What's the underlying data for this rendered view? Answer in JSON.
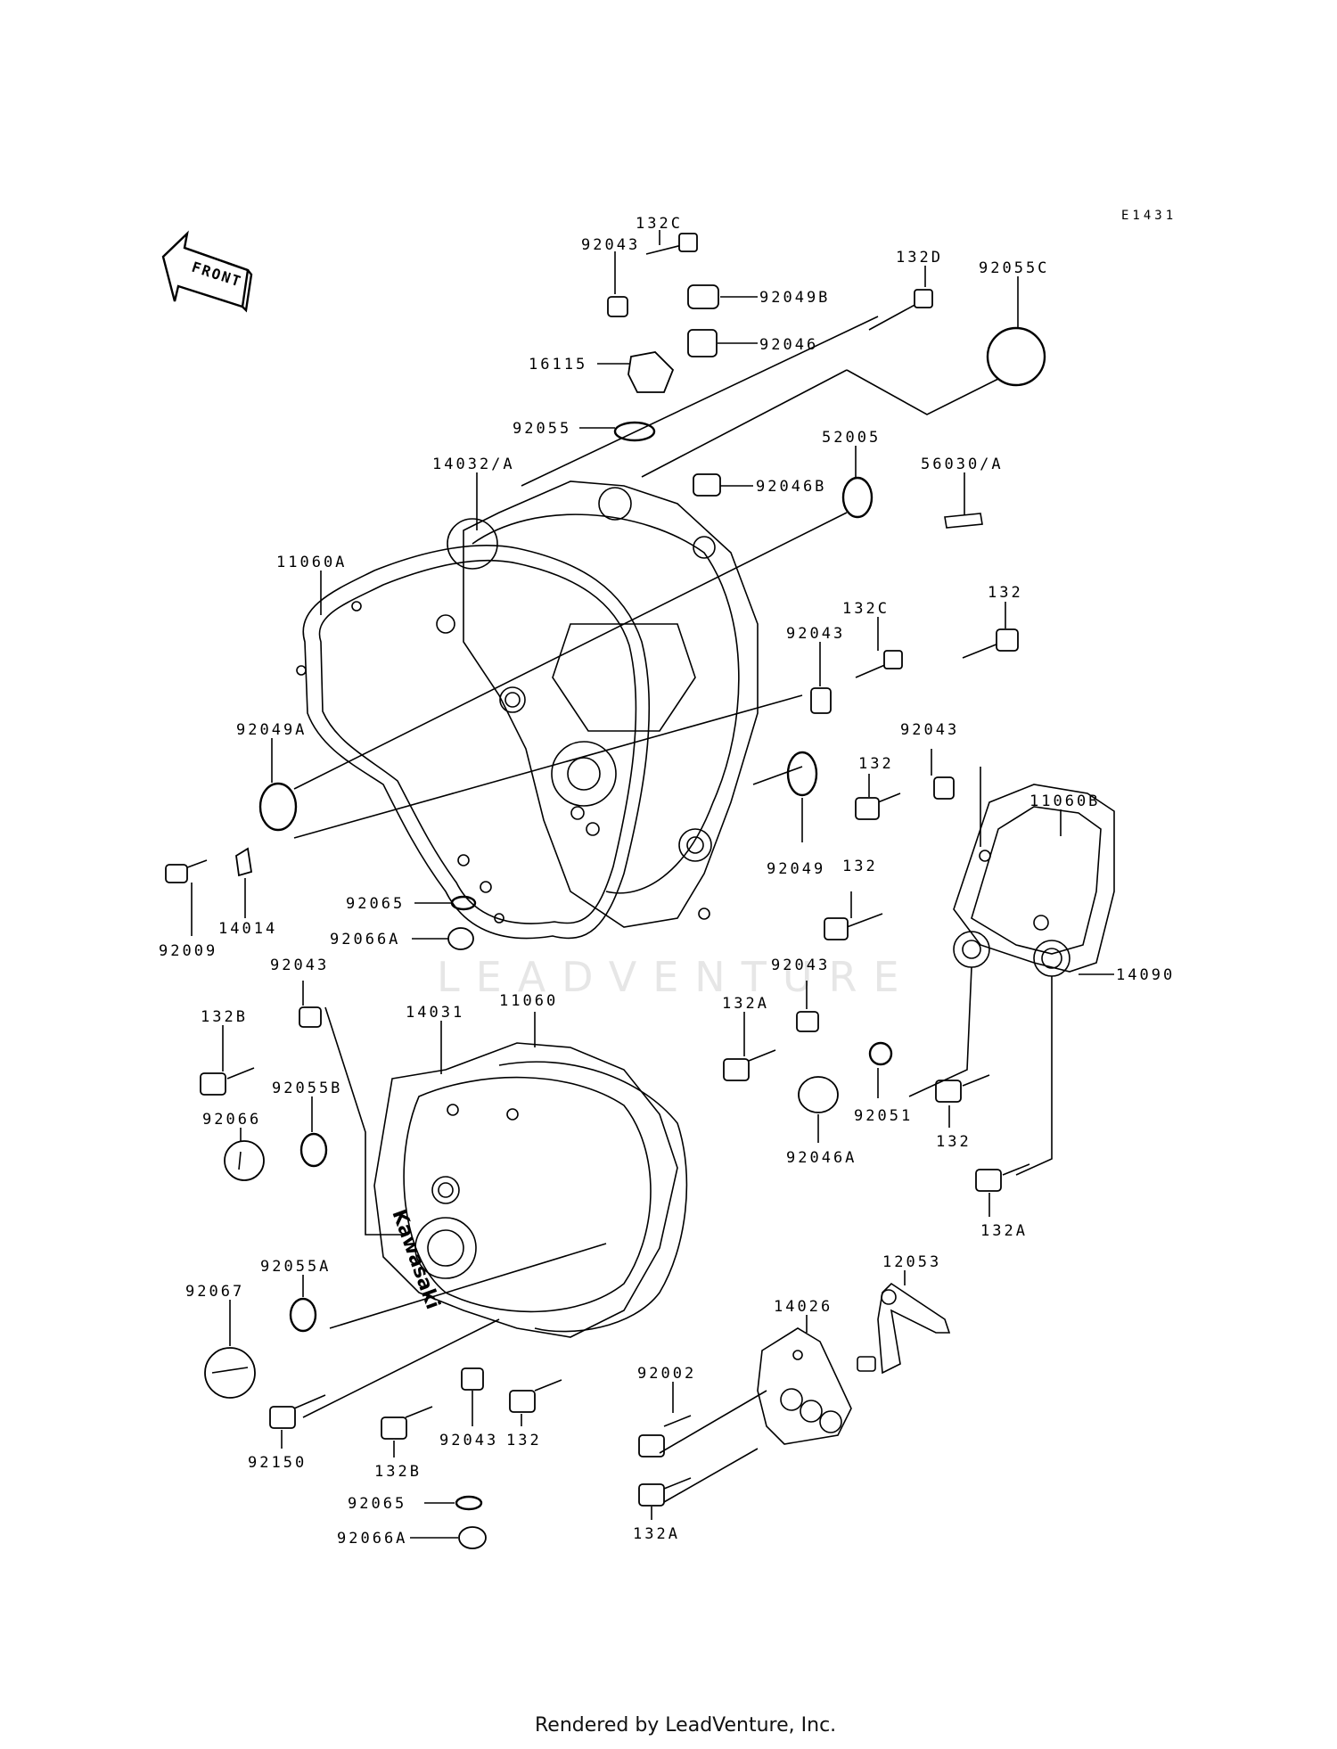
{
  "diagram": {
    "code": "E1431",
    "front_label": "FRONT",
    "watermark": "LEADVENTURE",
    "footer": "Rendered by LeadVenture, Inc.",
    "labels": [
      {
        "id": "132C-top",
        "text": "132C"
      },
      {
        "id": "92043-top",
        "text": "92043"
      },
      {
        "id": "92049B",
        "text": "92049B"
      },
      {
        "id": "132D",
        "text": "132D"
      },
      {
        "id": "92055C",
        "text": "92055C"
      },
      {
        "id": "92046",
        "text": "92046"
      },
      {
        "id": "16115",
        "text": "16115"
      },
      {
        "id": "92055",
        "text": "92055"
      },
      {
        "id": "52005",
        "text": "52005"
      },
      {
        "id": "14032A",
        "text": "14032/A"
      },
      {
        "id": "56030A",
        "text": "56030/A"
      },
      {
        "id": "92046B",
        "text": "92046B"
      },
      {
        "id": "11060A",
        "text": "11060A"
      },
      {
        "id": "132-right-top",
        "text": "132"
      },
      {
        "id": "132C-mid",
        "text": "132C"
      },
      {
        "id": "92043-mid",
        "text": "92043"
      },
      {
        "id": "92049A",
        "text": "92049A"
      },
      {
        "id": "92043-right",
        "text": "92043"
      },
      {
        "id": "132-right-a",
        "text": "132"
      },
      {
        "id": "11060B",
        "text": "11060B"
      },
      {
        "id": "92049",
        "text": "92049"
      },
      {
        "id": "132-right-b",
        "text": "132"
      },
      {
        "id": "92065-upper",
        "text": "92065"
      },
      {
        "id": "14014",
        "text": "14014"
      },
      {
        "id": "92066A-upper",
        "text": "92066A"
      },
      {
        "id": "92009",
        "text": "92009"
      },
      {
        "id": "92043-left",
        "text": "92043"
      },
      {
        "id": "92043-lower-right",
        "text": "92043"
      },
      {
        "id": "14090",
        "text": "14090"
      },
      {
        "id": "14031",
        "text": "14031"
      },
      {
        "id": "11060",
        "text": "11060"
      },
      {
        "id": "132B-upper",
        "text": "132B"
      },
      {
        "id": "132A-mid",
        "text": "132A"
      },
      {
        "id": "92055B",
        "text": "92055B"
      },
      {
        "id": "92066",
        "text": "92066"
      },
      {
        "id": "92051",
        "text": "92051"
      },
      {
        "id": "132-lower-right",
        "text": "132"
      },
      {
        "id": "92046A",
        "text": "92046A"
      },
      {
        "id": "132A-lower-right",
        "text": "132A"
      },
      {
        "id": "92055A",
        "text": "92055A"
      },
      {
        "id": "12053",
        "text": "12053"
      },
      {
        "id": "92067",
        "text": "92067"
      },
      {
        "id": "14026",
        "text": "14026"
      },
      {
        "id": "92002",
        "text": "92002"
      },
      {
        "id": "92150",
        "text": "92150"
      },
      {
        "id": "132B-lower",
        "text": "132B"
      },
      {
        "id": "92043-bottom",
        "text": "92043"
      },
      {
        "id": "132-bottom",
        "text": "132"
      },
      {
        "id": "132A-bottom",
        "text": "132A"
      },
      {
        "id": "92065-lower",
        "text": "92065"
      },
      {
        "id": "92066A-lower",
        "text": "92066A"
      }
    ]
  }
}
